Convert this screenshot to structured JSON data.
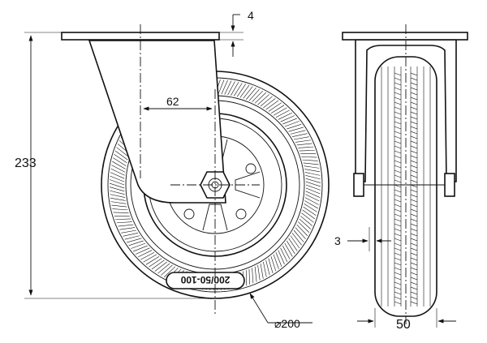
{
  "drawing": {
    "dimensions": {
      "plate_thickness": "4",
      "offset": "62",
      "total_height": "233",
      "tread_thickness": "3",
      "wheel_diameter": "⌀200",
      "wheel_width": "50"
    },
    "tire_marking": "200/50-100"
  }
}
